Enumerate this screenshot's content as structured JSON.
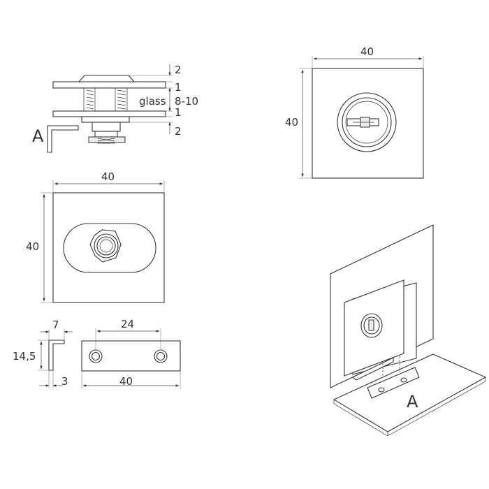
{
  "side_view": {
    "dims": [
      "2",
      "1",
      "glass",
      "8-10",
      "1",
      "2"
    ],
    "marker": "A"
  },
  "top_plate": {
    "width": "40",
    "height": "40"
  },
  "back_plate": {
    "width": "40",
    "height": "40"
  },
  "bracket_profile": {
    "flange": "7",
    "height": "14,5",
    "thickness": "3"
  },
  "bracket_plate": {
    "hole_spacing": "24",
    "length": "40"
  },
  "iso_view": {
    "marker": "A"
  },
  "colors": {
    "line": "#333333",
    "background": "#ffffff",
    "shade": "#ececec"
  }
}
